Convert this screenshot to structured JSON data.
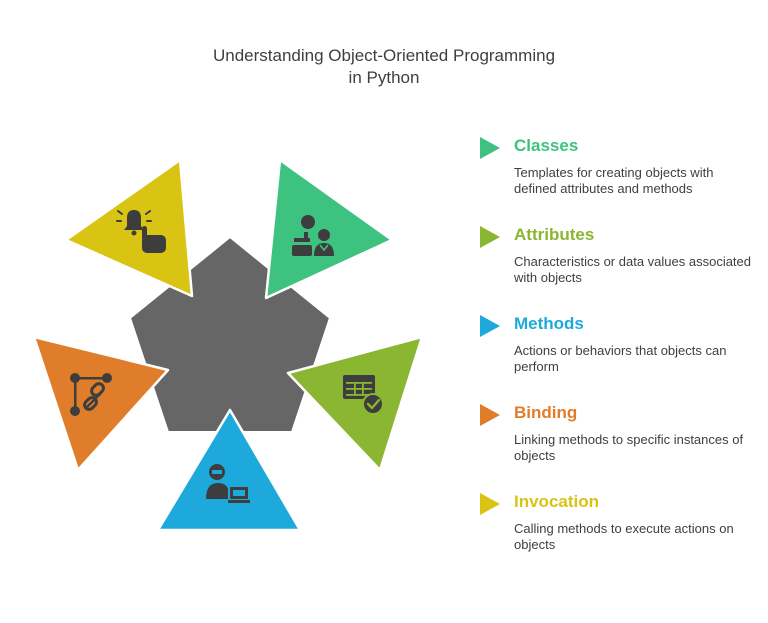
{
  "title_line1": "Understanding Object-Oriented Programming",
  "title_line2": "in Python",
  "colors": {
    "center": "#666666",
    "icon": "#3d3d3d"
  },
  "items": [
    {
      "name": "Classes",
      "description": "Templates for creating objects with defined attributes and methods",
      "color": "#3ec27f",
      "icon": "teacher-student-icon"
    },
    {
      "name": "Attributes",
      "description": "Characteristics or data values associated with objects",
      "color": "#8ab631",
      "icon": "table-check-icon"
    },
    {
      "name": "Methods",
      "description": "Actions or behaviors that objects can perform",
      "color": "#1da9dc",
      "icon": "user-laptop-icon"
    },
    {
      "name": "Binding",
      "description": "Linking methods to specific instances of objects",
      "color": "#e07d2a",
      "icon": "link-nodes-icon"
    },
    {
      "name": "Invocation",
      "description": "Calling methods to execute actions on objects",
      "color": "#d9c313",
      "icon": "bell-tap-icon"
    }
  ]
}
